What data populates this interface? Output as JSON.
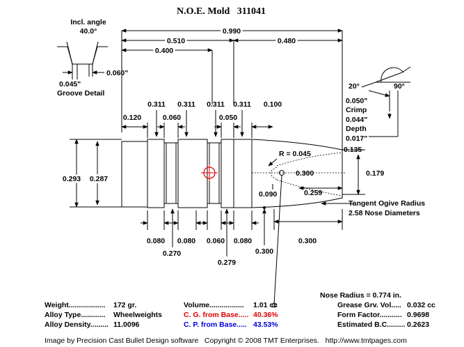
{
  "title": "N.O.E. Mold   311041",
  "groove_detail": {
    "incl_angle_label": "Incl. angle",
    "incl_angle_value": "40.0°",
    "groove_width": "0.045\"",
    "groove_depth": "0.060\"",
    "label": "Groove Detail"
  },
  "crimp_detail": {
    "angle_20": "20°",
    "angle_90": "90°",
    "crimp_value": "0.050\"",
    "crimp_label": "Crimp",
    "depth_value": "0.044\"",
    "depth_label": "Depth",
    "extra_value": "0.017\""
  },
  "dimensions": {
    "overall_length": "0.990",
    "length_510": "0.510",
    "length_480": "0.480",
    "length_400": "0.400",
    "d_311_a": "0.311",
    "d_311_b": "0.311",
    "d_311_c": "0.311",
    "d_311_d": "0.311",
    "w_120": "0.120",
    "w_060": "0.060",
    "w_050": "0.050",
    "w_100": "0.100",
    "meplat": "0.135",
    "base_diameter": "0.293",
    "heel_diameter": "0.287",
    "radius": "R = 0.045",
    "ogive_300": "0.300",
    "nose_179": "0.179",
    "offset_090": "0.090",
    "ogive_259": "0.259",
    "b_080_a": "0.080",
    "b_080_b": "0.080",
    "b_080_c": "0.080",
    "b_060": "0.060",
    "b_270": "0.270",
    "b_279": "0.279",
    "b_300_a": "0.300",
    "b_300_b": "0.300"
  },
  "ogive_note": {
    "line1": "Tangent Ogive Radius",
    "line2": "2.58  Nose Diameters"
  },
  "stats": {
    "nose_radius": "Nose Radius = 0.774 in.",
    "weight_label": "Weight..................",
    "weight_value": "172 gr.",
    "alloy_type_label": "Alloy Type............",
    "alloy_type_value": "Wheelweights",
    "alloy_density_label": "Alloy Density.........",
    "alloy_density_value": "11.0096",
    "volume_label": "Volume.................",
    "volume_value": "1.01 cc",
    "cg_label": "C. G. from Base.....",
    "cg_value": "40.36%",
    "cp_label": "C. P. from Base.....",
    "cp_value": "43.53%",
    "grease_label": "Grease Grv. Vol.....",
    "grease_value": "0.032 cc",
    "form_label": "Form Factor...........",
    "form_value": "0.9698",
    "bc_label": "Estimated B.C.........",
    "bc_value": "0.2623"
  },
  "footer": "Image by Precision Cast Bullet Design software   Copyright © 2008 TMT Enterprises.   http://www.tmtpages.com",
  "colors": {
    "cg": "#e00000",
    "cp": "#0000dd"
  }
}
